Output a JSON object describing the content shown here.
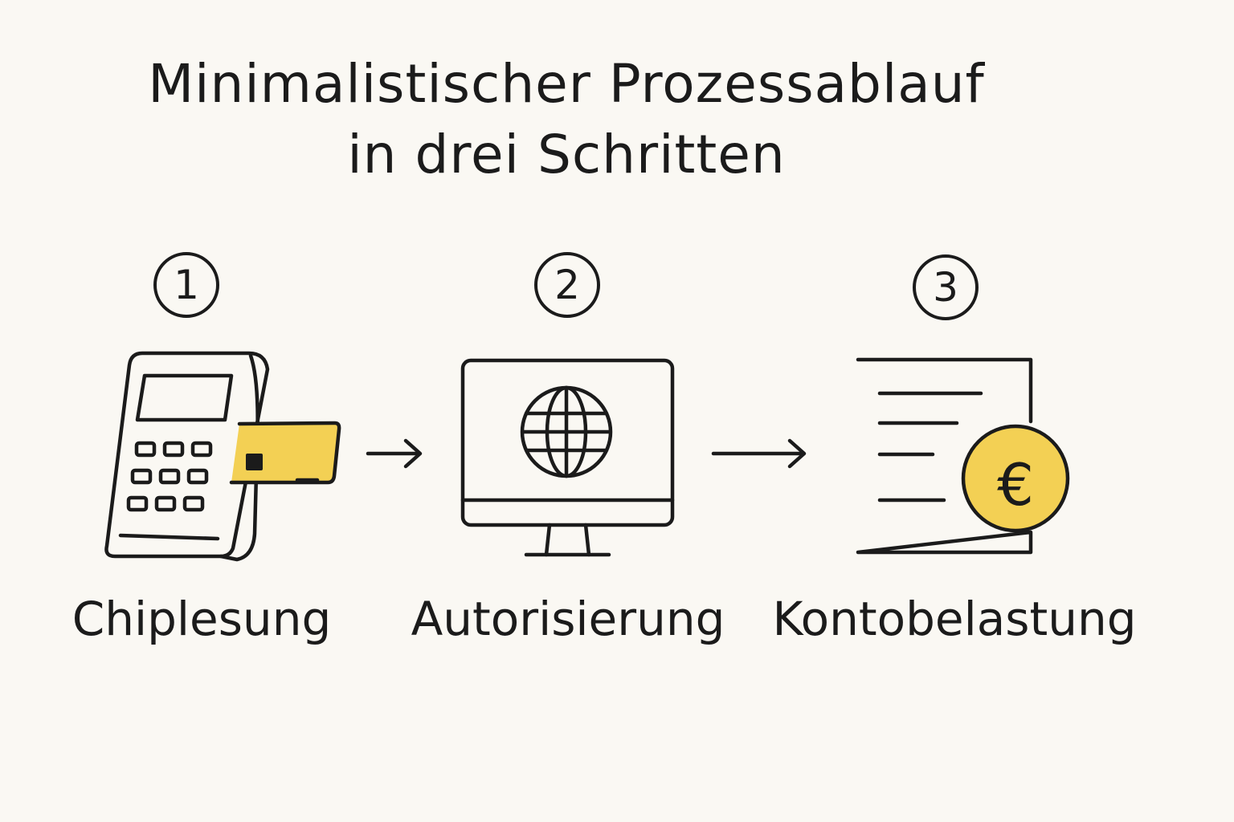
{
  "title": {
    "line1": "Minimalistischer Prozessablauf",
    "line2": "in drei Schritten"
  },
  "steps": [
    {
      "number": "1",
      "label": "Chiplesung",
      "icon": "card-terminal-icon"
    },
    {
      "number": "2",
      "label": "Autorisierung",
      "icon": "monitor-globe-icon"
    },
    {
      "number": "3",
      "label": "Kontobelastung",
      "icon": "document-euro-icon"
    }
  ],
  "coin_symbol": "€",
  "colors": {
    "background": "#faf8f3",
    "stroke": "#1b1b1b",
    "accent": "#f3d054"
  }
}
